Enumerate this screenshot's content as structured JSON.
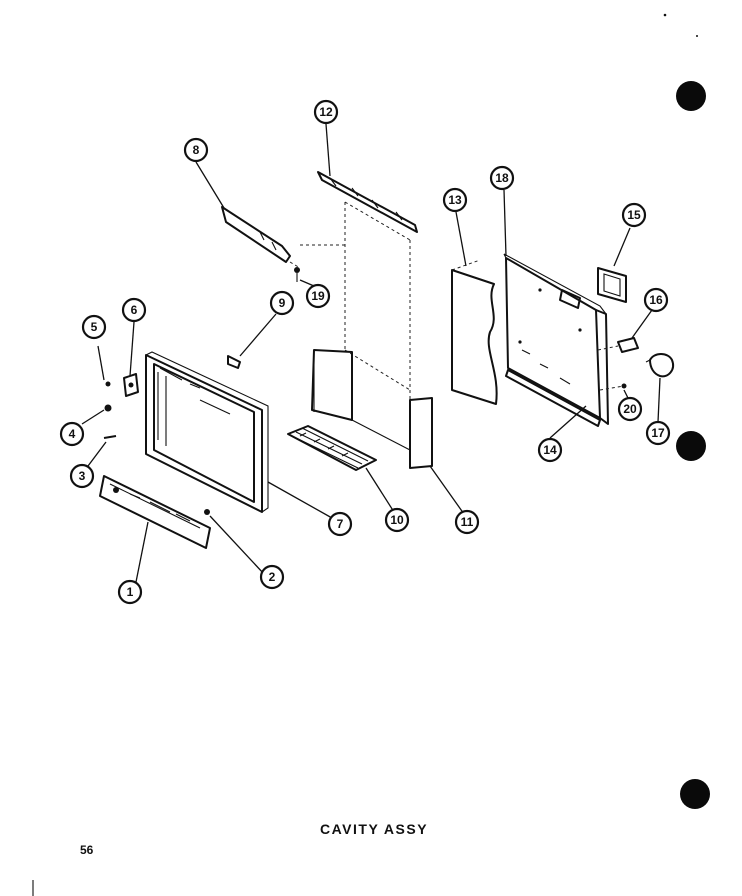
{
  "diagram": {
    "caption": "CAVITY ASSY",
    "page_number": "56",
    "callouts": [
      "1",
      "2",
      "3",
      "4",
      "5",
      "6",
      "7",
      "8",
      "9",
      "10",
      "11",
      "12",
      "13",
      "14",
      "15",
      "16",
      "17",
      "18",
      "19",
      "20"
    ]
  }
}
